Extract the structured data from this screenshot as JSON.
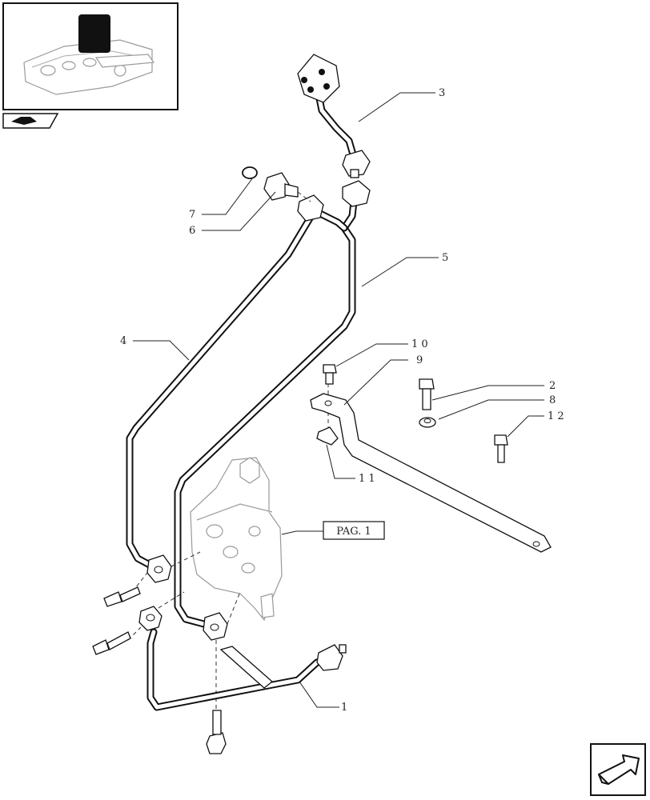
{
  "diagram": {
    "callouts": [
      {
        "id": "c3",
        "label": "3"
      },
      {
        "id": "c7",
        "label": "7"
      },
      {
        "id": "c6",
        "label": "6"
      },
      {
        "id": "c5",
        "label": "5"
      },
      {
        "id": "c4",
        "label": "4"
      },
      {
        "id": "c10",
        "label": "1 0"
      },
      {
        "id": "c9",
        "label": "9"
      },
      {
        "id": "c2",
        "label": "2"
      },
      {
        "id": "c8",
        "label": "8"
      },
      {
        "id": "c12",
        "label": "1 2"
      },
      {
        "id": "c11",
        "label": "1 1"
      },
      {
        "id": "c1",
        "label": "1"
      }
    ],
    "page_reference": "PAG. 1"
  },
  "colors": {
    "line": "#111111",
    "ghost": "#9a9a9a",
    "background": "#ffffff"
  }
}
